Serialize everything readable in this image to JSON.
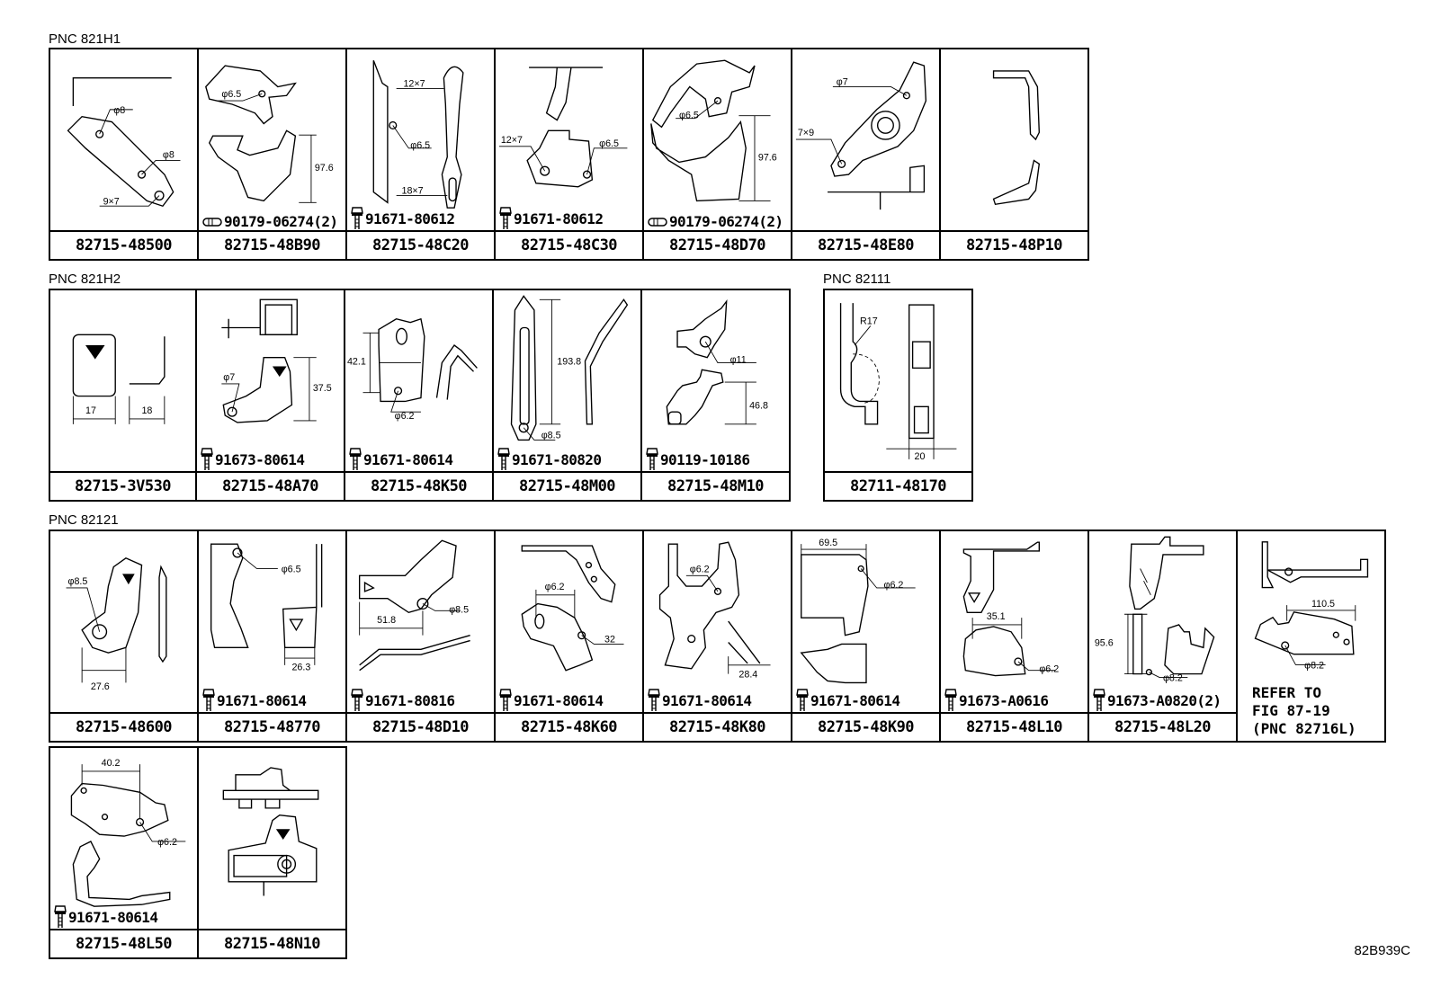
{
  "sections": [
    {
      "label": "PNC 821H1"
    },
    {
      "label": "PNC 821H2"
    },
    {
      "label": "PNC 82111"
    },
    {
      "label": "PNC 82121"
    }
  ],
  "cells": [
    {
      "pn": "82715-48500",
      "dims": [
        "φ8",
        "φ8",
        "9×7"
      ]
    },
    {
      "pn": "82715-48B90",
      "fastener": "90179-06274(2)",
      "dims": [
        "φ6.5",
        "97.6"
      ]
    },
    {
      "pn": "82715-48C20",
      "fastener": "91671-80612",
      "dims": [
        "12×7",
        "φ6.5",
        "18×7"
      ]
    },
    {
      "pn": "82715-48C30",
      "fastener": "91671-80612",
      "dims": [
        "12×7",
        "φ6.5"
      ]
    },
    {
      "pn": "82715-48D70",
      "fastener": "90179-06274(2)",
      "dims": [
        "φ6.5",
        "97.6"
      ]
    },
    {
      "pn": "82715-48E80",
      "dims": [
        "φ7",
        "7×9"
      ]
    },
    {
      "pn": "82715-48P10"
    },
    {
      "pn": "82715-3V530",
      "dims": [
        "17",
        "18"
      ]
    },
    {
      "pn": "82715-48A70",
      "fastener": "91673-80614",
      "dims": [
        "φ7",
        "37.5"
      ]
    },
    {
      "pn": "82715-48K50",
      "fastener": "91671-80614",
      "dims": [
        "42.1",
        "φ6.2"
      ]
    },
    {
      "pn": "82715-48M00",
      "fastener": "91671-80820",
      "dims": [
        "193.8",
        "φ8.5"
      ]
    },
    {
      "pn": "82715-48M10",
      "fastener": "90119-10186",
      "dims": [
        "φ11",
        "46.8"
      ]
    },
    {
      "pn": "82711-48170",
      "dims": [
        "R17",
        "20"
      ]
    },
    {
      "pn": "82715-48600",
      "dims": [
        "φ8.5",
        "27.6"
      ]
    },
    {
      "pn": "82715-48770",
      "fastener": "91671-80614",
      "dims": [
        "φ6.5",
        "26.3"
      ]
    },
    {
      "pn": "82715-48D10",
      "fastener": "91671-80816",
      "dims": [
        "φ8.5",
        "51.8"
      ]
    },
    {
      "pn": "82715-48K60",
      "fastener": "91671-80614",
      "dims": [
        "32",
        "φ6.2"
      ]
    },
    {
      "pn": "82715-48K80",
      "fastener": "91671-80614",
      "dims": [
        "φ6.2",
        "28.4"
      ]
    },
    {
      "pn": "82715-48K90",
      "fastener": "91671-80614",
      "dims": [
        "69.5",
        "φ6.2"
      ]
    },
    {
      "pn": "82715-48L10",
      "fastener": "91673-A0616",
      "dims": [
        "35.1",
        "φ6.2"
      ]
    },
    {
      "pn": "82715-48L20",
      "fastener": "91673-A0820(2)",
      "dims": [
        "95.6",
        "φ8.2"
      ]
    },
    {
      "refer": "REFER TO\nFIG 87-19\n(PNC 82716L)",
      "dims": [
        "110.5",
        "φ8.2"
      ]
    },
    {
      "pn": "82715-48L50",
      "fastener": "91671-80614",
      "dims": [
        "40.2",
        "φ6.2"
      ]
    },
    {
      "pn": "82715-48N10"
    }
  ],
  "figure_code": "82B939C",
  "icons": {
    "bolt": "bolt-icon",
    "clip": "clip-icon"
  }
}
